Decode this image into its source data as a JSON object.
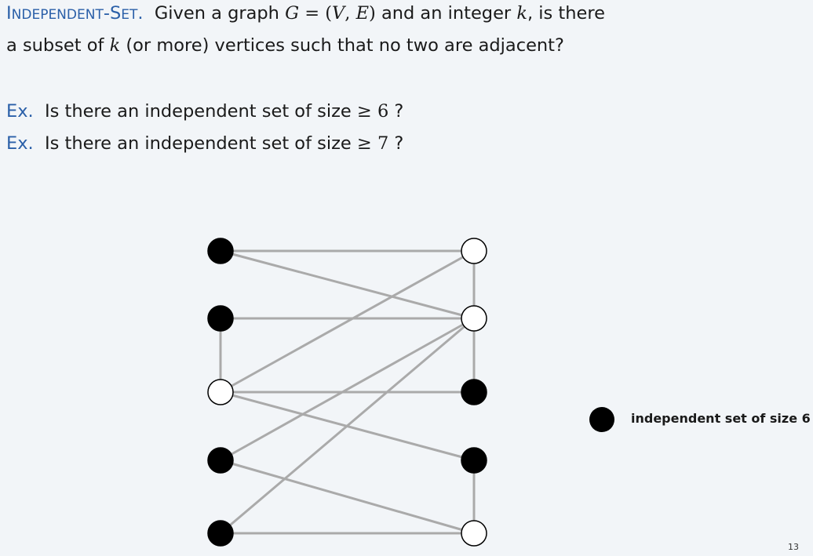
{
  "definition": {
    "term_cap1": "I",
    "term_rest1": "NDEPENDENT",
    "term_hyphen": "-",
    "term_cap2": "S",
    "term_rest2": "ET",
    "term_period": ".",
    "text_a": "  Given a graph ",
    "math_G": "G",
    "math_eq": " = (",
    "math_V": "V",
    "math_comma": ", ",
    "math_E": "E",
    "math_close": ")",
    "text_b": " and an integer ",
    "math_k": "k",
    "text_c": ", is there",
    "text_d": "a subset of ",
    "text_e": " (or more) vertices such that no two are adjacent?"
  },
  "examples": [
    {
      "label": "Ex.",
      "text": "  Is there an independent set of size ",
      "op": "≥ ",
      "num": "6",
      "q": " ?"
    },
    {
      "label": "Ex.",
      "text": "  Is there an independent set of size ",
      "op": "≥ ",
      "num": "7",
      "q": " ?"
    }
  ],
  "graph": {
    "colors": {
      "edge": "#aaaaaa",
      "filled": "#000000",
      "empty": "#ffffff",
      "stroke": "#000000"
    },
    "vertices": [
      {
        "id": "L1",
        "filled": true
      },
      {
        "id": "L2",
        "filled": true
      },
      {
        "id": "L3",
        "filled": false
      },
      {
        "id": "L4",
        "filled": true
      },
      {
        "id": "L5",
        "filled": true
      },
      {
        "id": "R1",
        "filled": false
      },
      {
        "id": "R2",
        "filled": false
      },
      {
        "id": "R3",
        "filled": true
      },
      {
        "id": "R4",
        "filled": true
      },
      {
        "id": "R5",
        "filled": false
      }
    ],
    "edges": [
      [
        "L1",
        "R1"
      ],
      [
        "L1",
        "R2"
      ],
      [
        "L2",
        "R2"
      ],
      [
        "L2",
        "L3"
      ],
      [
        "L3",
        "R1"
      ],
      [
        "L3",
        "R3"
      ],
      [
        "L3",
        "R4"
      ],
      [
        "L4",
        "R2"
      ],
      [
        "L4",
        "R5"
      ],
      [
        "L5",
        "R2"
      ],
      [
        "L5",
        "R5"
      ],
      [
        "R1",
        "R2"
      ],
      [
        "R2",
        "R3"
      ],
      [
        "R4",
        "R5"
      ]
    ]
  },
  "legend": {
    "label": "independent set of size 6"
  },
  "page_number": "13"
}
